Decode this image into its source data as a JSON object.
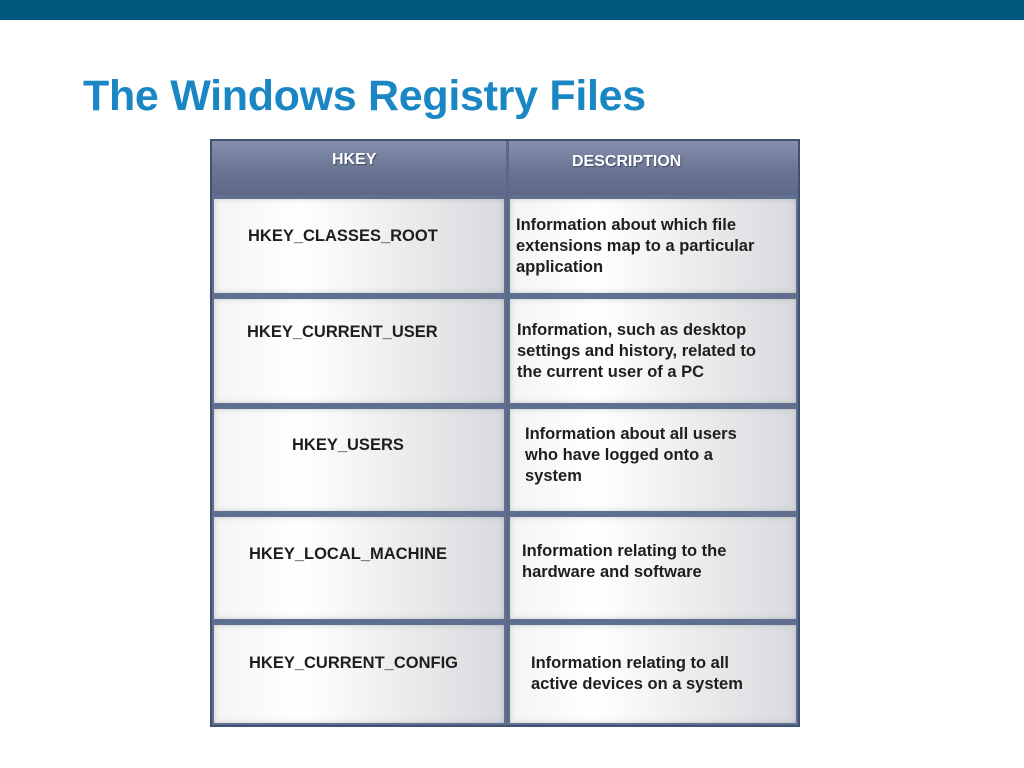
{
  "slide": {
    "title": "The Windows Registry Files"
  },
  "table": {
    "headers": {
      "hkey": "HKEY",
      "description": "DESCRIPTION"
    },
    "rows": [
      {
        "key": "HKEY_CLASSES_ROOT",
        "description": [
          "Information about which file",
          "extensions map to a particular",
          "application"
        ]
      },
      {
        "key": "HKEY_CURRENT_USER",
        "description": [
          "Information, such as desktop",
          "settings and history, related to",
          "the current user of a PC"
        ]
      },
      {
        "key": "HKEY_USERS",
        "description": [
          "Information about all users",
          "who have logged onto a",
          "system"
        ]
      },
      {
        "key": "HKEY_LOCAL_MACHINE",
        "description": [
          "Information relating to the",
          "hardware and software"
        ]
      },
      {
        "key": "HKEY_CURRENT_CONFIG",
        "description": [
          "Information relating to all",
          "active devices on a system"
        ]
      }
    ]
  },
  "colors": {
    "top_bar": "#00597d",
    "title": "#1a87c4",
    "header_bg": "#6e7998"
  }
}
